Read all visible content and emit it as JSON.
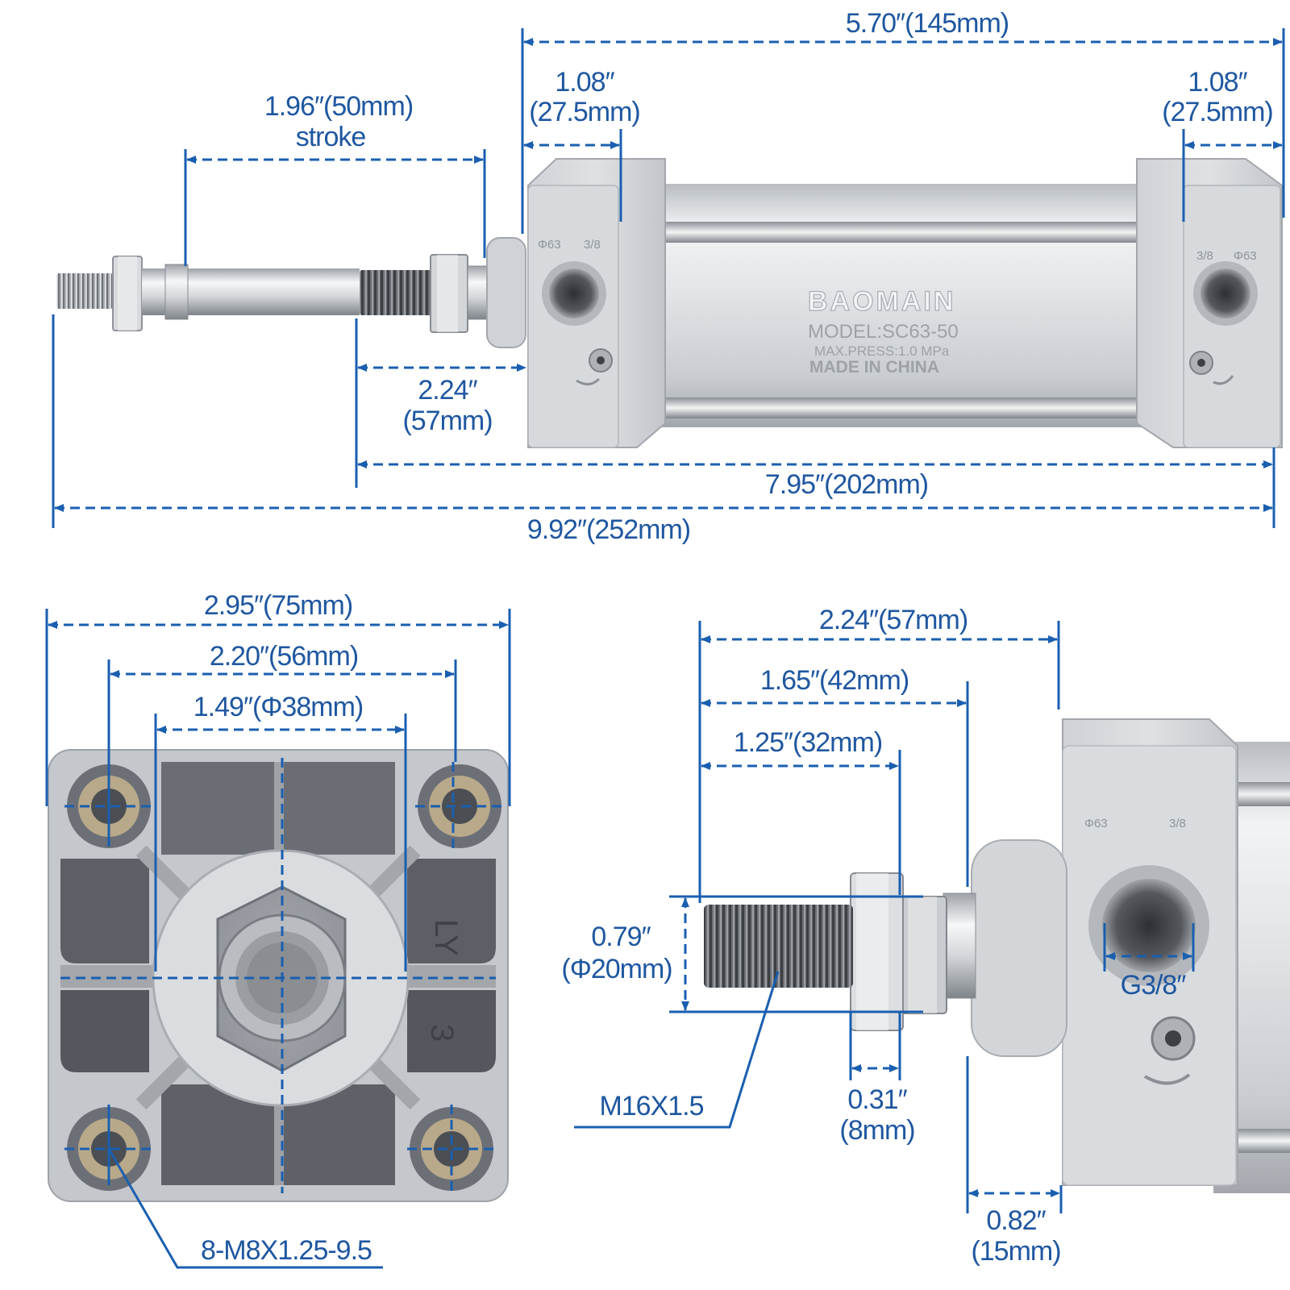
{
  "colors": {
    "dimension_blue": "#1a5fb0",
    "dimension_text": "#1f57a0",
    "aluminium_light": "#e6e8eb",
    "aluminium_mid": "#c9ccd0",
    "aluminium_dark": "#9a9ea4",
    "thread_dark": "#4a4d52"
  },
  "product_label": {
    "brand": "BAOMAIN",
    "model": "MODEL:SC63-50",
    "pressure": "MAX.PRESS:1.0 MPa",
    "origin": "MADE IN CHINA"
  },
  "port_stamps": {
    "left_size": "Φ63",
    "left_thread": "3/8",
    "right_thread": "3/8",
    "right_size": "Φ63"
  },
  "side_view": {
    "stroke_dim": "1.96″(50mm)",
    "stroke_label": "stroke",
    "cap_left_line1": "1.08″",
    "cap_left_line2": "(27.5mm)",
    "body_length": "5.70″(145mm)",
    "cap_right_line1": "1.08″",
    "cap_right_line2": "(27.5mm)",
    "rod_ext_line1": "2.24″",
    "rod_ext_line2": "(57mm)",
    "retracted_length": "7.95″(202mm)",
    "extended_length": "9.92″(252mm)"
  },
  "front_view": {
    "width": "2.95″(75mm)",
    "bolt_spacing": "2.20″(56mm)",
    "boss_dia": "1.49″(Φ38mm)",
    "mount_thread": "8-M8X1.25-9.5",
    "face_marks": [
      "LY",
      "3"
    ]
  },
  "detail_view": {
    "rod_total": "2.24″(57mm)",
    "rod_to_boss": "1.65″(42mm)",
    "thread_length": "1.25″(32mm)",
    "rod_dia_line1": "0.79″",
    "rod_dia_line2": "(Φ20mm)",
    "rod_thread": "M16X1.5",
    "nut_width_line1": "0.31″",
    "nut_width_line2": "(8mm)",
    "boss_length_line1": "0.82″",
    "boss_length_line2": "(15mm)",
    "port_thread": "G3/8″",
    "port_stamps": [
      "Φ63",
      "3/8"
    ]
  }
}
